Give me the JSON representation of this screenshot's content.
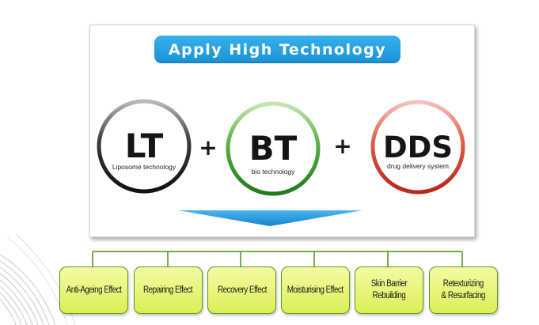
{
  "title": "Apply High Technology",
  "technologies": [
    {
      "abbr": "LT",
      "name": "Liposome technology",
      "color": "#6f6f6f"
    },
    {
      "abbr": "BT",
      "name": "bio technology",
      "color": "#3a9a2a"
    },
    {
      "abbr": "DDS",
      "name": "drug delivery system",
      "color": "#d84a3a"
    }
  ],
  "plus_signs": [
    "+",
    "+"
  ],
  "arrow_color": "#1f9be0",
  "effects": [
    {
      "label": "Anti-Ageing Effect"
    },
    {
      "label": "Repairing Effect"
    },
    {
      "label": "Recovery Effect"
    },
    {
      "label": "Moisturising Effect"
    },
    {
      "label": "Skin Barrier\nRebuilding"
    },
    {
      "label": "Retexturizing\n& Resurfacing"
    }
  ],
  "colors": {
    "title_bg": "#1a93d6",
    "effect_border": "#5a9a1c",
    "effect_fill": "#dcee55",
    "connector": "#4e8f1a"
  }
}
